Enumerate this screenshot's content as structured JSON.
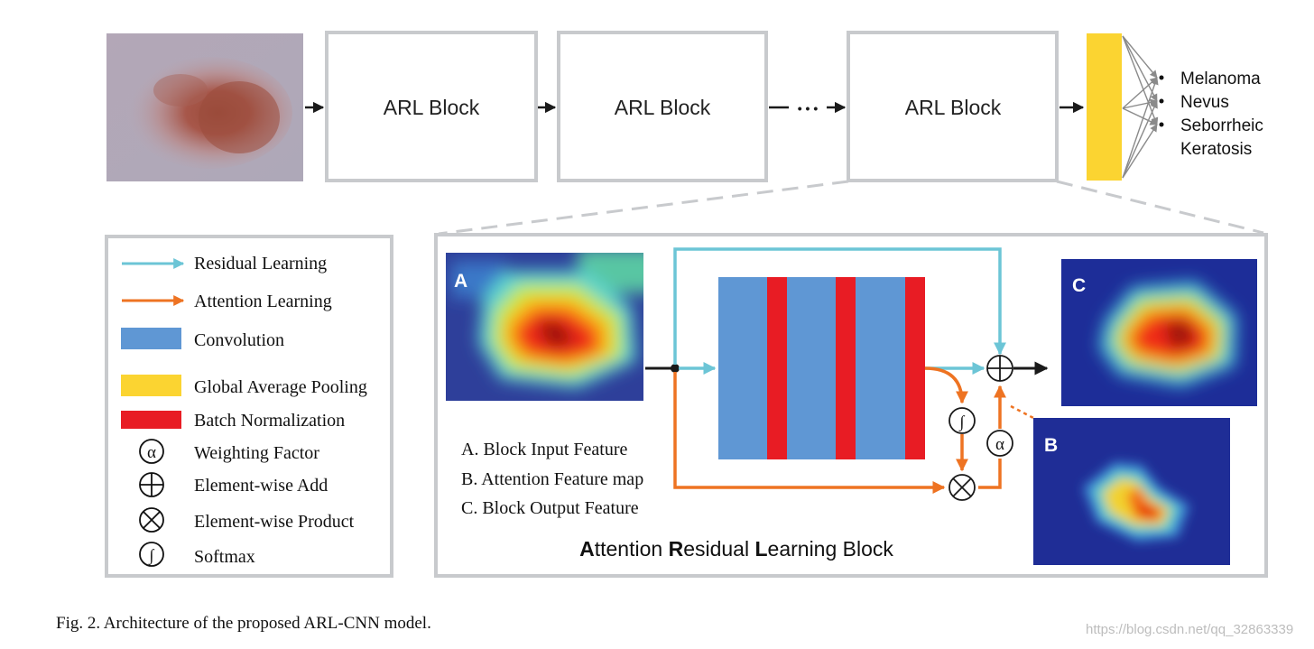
{
  "pipeline": {
    "block_label": "ARL Block",
    "ellipsis": "• • •",
    "outputs": [
      "Melanoma",
      "Nevus",
      "Seborrheic",
      "Keratosis"
    ]
  },
  "legend": {
    "items": [
      "Residual Learning",
      "Attention Learning",
      "Convolution",
      "Global Average Pooling",
      "Batch Normalization",
      "Weighting Factor",
      "Element-wise Add",
      "Element-wise Product",
      "Softmax"
    ],
    "symbols": {
      "alpha": "α",
      "softmax": "∫"
    }
  },
  "detail": {
    "panel_a": "A",
    "panel_b": "B",
    "panel_c": "C",
    "notes": [
      "A. Block Input Feature",
      "B. Attention Feature map",
      "C. Block Output Feature"
    ],
    "title_parts": [
      "A",
      "ttention ",
      "R",
      "esidual ",
      "L",
      "earning Block"
    ]
  },
  "caption": "Fig. 2.  Architecture of the proposed ARL-CNN model.",
  "watermark": "https://blog.csdn.net/qq_32863339",
  "colors": {
    "residual": "#6cc5d6",
    "attention": "#ee7322",
    "convolution": "#5f97d4",
    "pooling": "#fbd431",
    "batchnorm": "#e81c24",
    "frame": "#c8cacd"
  }
}
